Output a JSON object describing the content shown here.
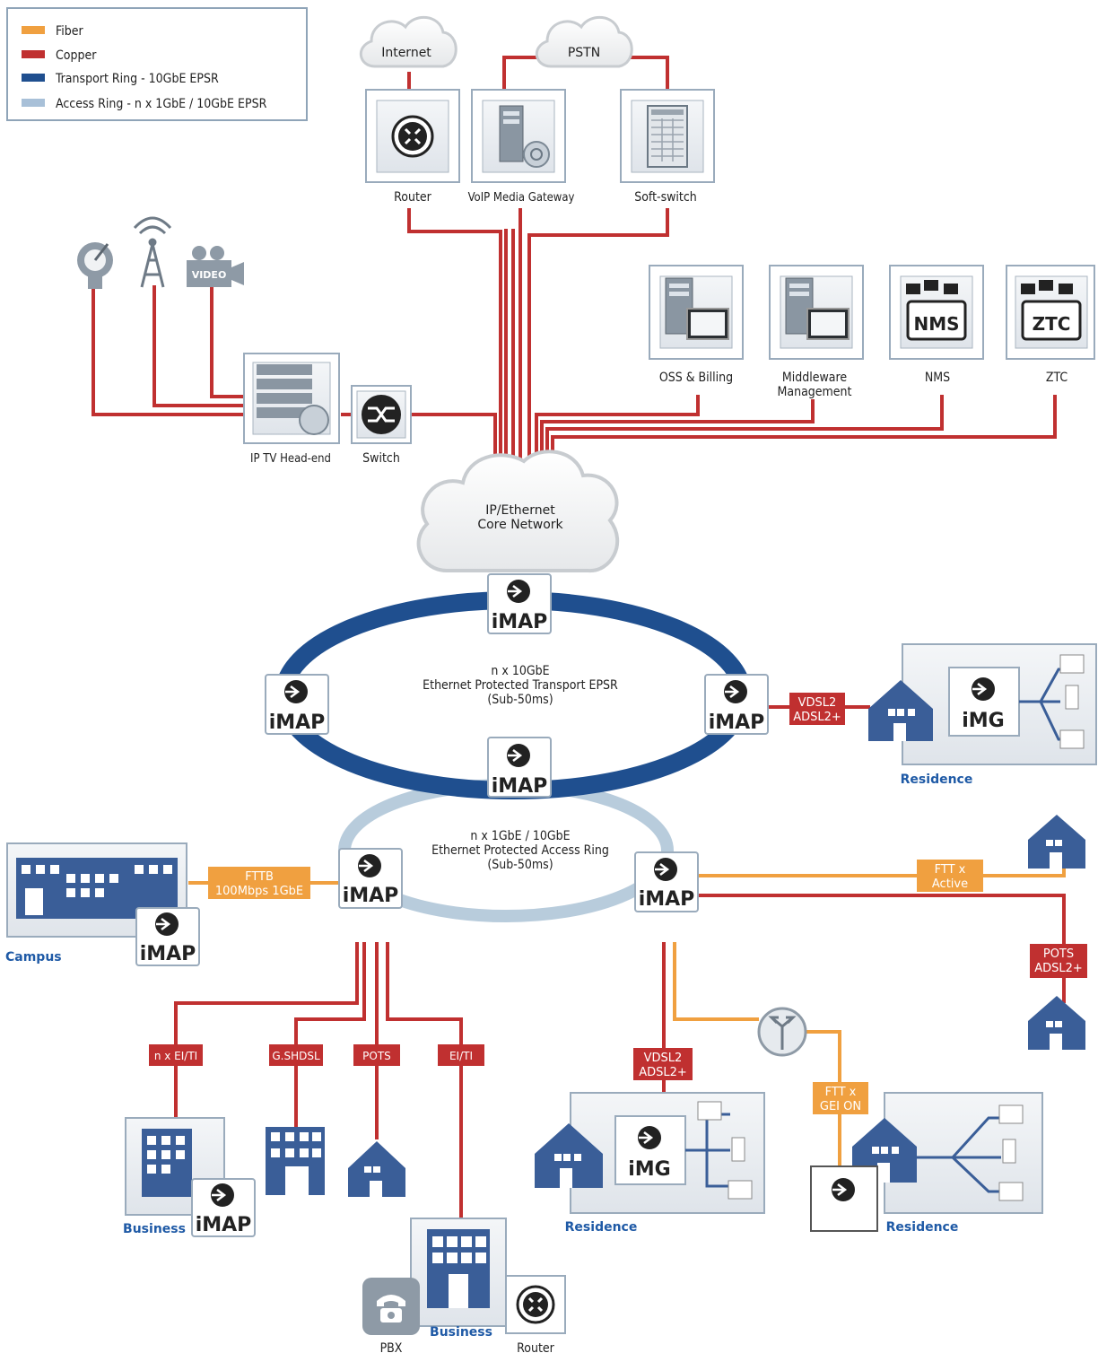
{
  "legend": {
    "items": [
      {
        "label": "Fiber",
        "color": "#f0a040"
      },
      {
        "label": "Copper",
        "color": "#c03030"
      },
      {
        "label": "Transport Ring - 10GbE EPSR",
        "color": "#1f4f8f"
      },
      {
        "label": "Access Ring - n x 1GbE / 10GbE EPSR",
        "color": "#a8c0d8"
      }
    ]
  },
  "clouds": {
    "internet": "Internet",
    "pstn": "PSTN",
    "core_line1": "IP/Ethernet",
    "core_line2": "Core Network"
  },
  "top_devices": {
    "router": "Router",
    "voip": "VoIP Media Gateway",
    "softswitch": "Soft-switch"
  },
  "mgmt": {
    "oss": "OSS & Billing",
    "middleware_line1": "Middleware",
    "middleware_line2": "Management",
    "nms": "NMS",
    "ztc": "ZTC",
    "nms_badge": "NMS",
    "ztc_badge": "ZTC"
  },
  "iptv": {
    "headend": "IP TV Head-end",
    "switch": "Switch",
    "video_icon": "VIDEO"
  },
  "transport_ring": {
    "line1": "n x 10GbE",
    "line2": "Ethernet Protected Transport EPSR",
    "line3": "(Sub-50ms)"
  },
  "access_ring": {
    "line1": "n x 1GbE / 10GbE",
    "line2": "Ethernet Protected Access Ring",
    "line3": "(Sub-50ms)"
  },
  "device_labels": {
    "imap": "iMAP",
    "img": "iMG"
  },
  "tags": {
    "vdsl_top_1": "VDSL2",
    "vdsl_top_2": "ADSL2+",
    "fttb_1": "FTTB",
    "fttb_2": "100Mbps 1GbE",
    "ftt_active_1": "FTT x",
    "ftt_active_2": "Active",
    "pots_adsl_1": "POTS",
    "pots_adsl_2": "ADSL2+",
    "nxei": "n x EI/TI",
    "gshdsl": "G.SHDSL",
    "pots": "POTS",
    "eiti": "EI/TI",
    "vdsl_bottom_1": "VDSL2",
    "vdsl_bottom_2": "ADSL2+",
    "ftt_gei_1": "FTT x",
    "ftt_gei_2": "GEI ON"
  },
  "sites": {
    "residence_top": "Residence",
    "campus": "Campus",
    "business_left": "Business",
    "business_bottom": "Business",
    "pbx": "PBX",
    "router_bottom": "Router",
    "residence_mid": "Residence",
    "residence_right": "Residence"
  }
}
